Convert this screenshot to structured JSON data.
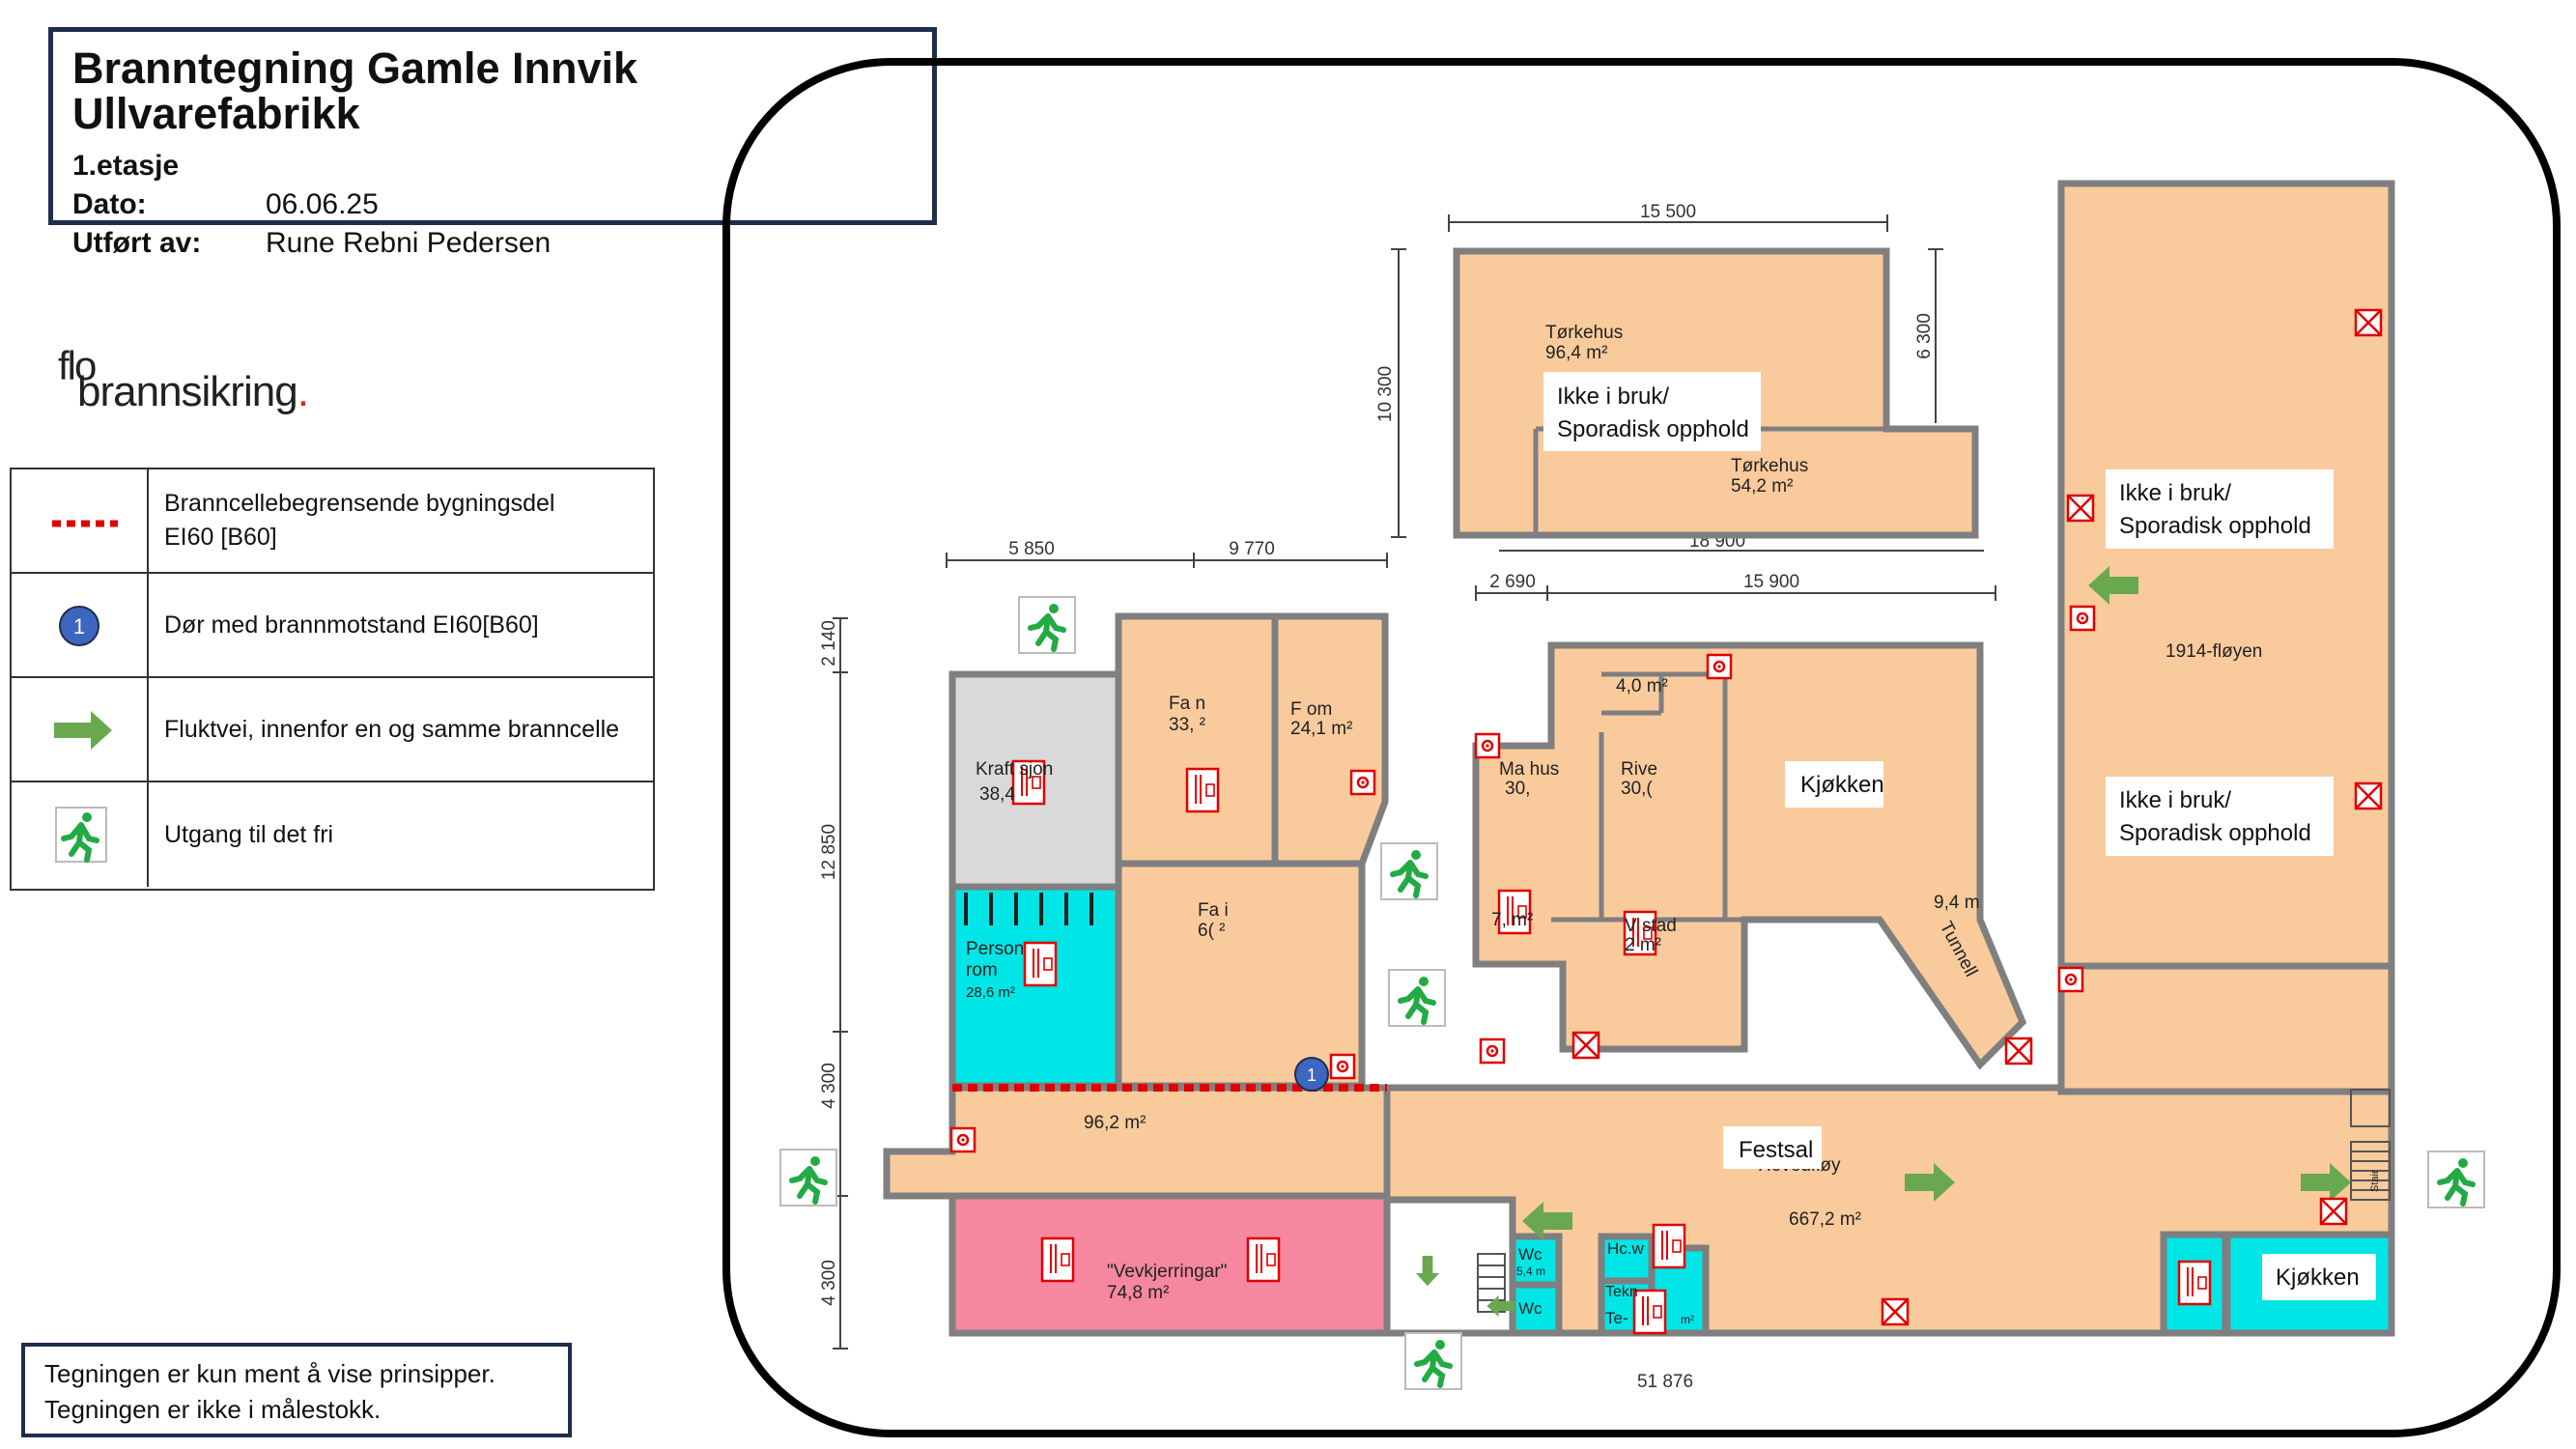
{
  "header": {
    "title": "Branntegning Gamle Innvik Ullvarefabrikk",
    "floor": "1.etasje",
    "date_label": "Dato:",
    "date_value": "06.06.25",
    "author_label": "Utført av:",
    "author_value": "Rune Rebni Pedersen"
  },
  "logo": {
    "line1": "flo",
    "line2": "brannsikring",
    "dot": "."
  },
  "legend": {
    "items": [
      {
        "label": "Branncellebegrensende bygningsdel",
        "label2": "EI60 [B60]",
        "symbol": "red-dotted-line"
      },
      {
        "label": "Dør med brannmotstand EI60[B60]",
        "symbol": "blue-door-badge",
        "badge": "1"
      },
      {
        "label": "Fluktvei, innenfor en og samme branncelle",
        "symbol": "green-arrow"
      },
      {
        "label": "Utgang til det fri",
        "symbol": "exit-running-man"
      }
    ]
  },
  "note": {
    "line1": "Tegningen er kun ment å vise prinsipper.",
    "line2": "Tegningen er ikke i målestokk."
  },
  "colors": {
    "room": "#f9cb9c",
    "gray_room": "#d9d9d9",
    "cyan_room": "#00e5e5",
    "pink_room": "#f5879f",
    "wall": "#7f7f7f",
    "fire_red": "#e00000",
    "door_blue": "#3c66c0",
    "arrow_green": "#6aa84f",
    "frame_navy": "#1f2d4d"
  },
  "plan": {
    "dimensions": {
      "d15500": "15 500",
      "d10300": "10 300",
      "d6300": "6 300",
      "d18900": "18 900",
      "d5850": "5 850",
      "d9770": "9 770",
      "d2690": "2 690",
      "d15900": "15 900",
      "d2140": "2 140",
      "d12850": "12 850",
      "d4300a": "4 300",
      "d4300b": "4 300",
      "d51876": "51 876"
    },
    "rooms": {
      "torkehus1_name": "Tørkehus",
      "torkehus1_area": "96,4 m²",
      "torkehus2_name": "Tørkehus",
      "torkehus2_area": "54,2 m²",
      "kraftstasjon_name": "Kraft  sjon",
      "kraftstasjon_area": "38,4",
      "farom1_name": "Fa  n",
      "farom1_area": "33,  ²",
      "farom2_name": "F  om",
      "farom2_area": "24,1 m²",
      "farom3_name": "Fa    i",
      "farom3_area": "6(     ²",
      "personalrom_name": "Person",
      "personalrom_name2": "rom",
      "personalrom_area": "28,6 m²",
      "malehus_name": "Ma    hus",
      "malehus_area": "30,",
      "riverom_name": "Rive   ",
      "riverom_area": "30,(",
      "small4_area": "4,0 m²",
      "kjokken1": "Kjøkken",
      "tunnel_area": "9,4 m",
      "tunnel_name": "Tunnell",
      "small7_area": "7,  m²",
      "verksted_name": "V  stad",
      "verksted_area": "2  m²",
      "floyen_name": "1914-fløyen",
      "festsal_label": "Festsal",
      "hovedfloy_name": "Hovedfløy",
      "hovedfloy_area": "667,2 m²",
      "corridor_area": "96,2 m²",
      "vevkjerringar_name": "\"Vevkjerringar\"",
      "vevkjerringar_area": "74,8 m²",
      "kjokken2": "Kjøkken",
      "wc1": "Wc",
      "wc1_area": "5,4 m",
      "wc2": "Wc",
      "hcwc": "Hc.w",
      "tekn1": "Tekn",
      "tekn2": "Te-",
      "small_m2": "m²",
      "stair_label": "Stair"
    },
    "callouts": {
      "c1_l1": "Ikke i bruk/",
      "c1_l2": "Sporadisk opphold",
      "c2_l1": "Ikke i bruk/",
      "c2_l2": "Sporadisk opphold",
      "c3_l1": "Ikke i bruk/",
      "c3_l2": "Sporadisk opphold"
    },
    "door_badge": "1"
  }
}
